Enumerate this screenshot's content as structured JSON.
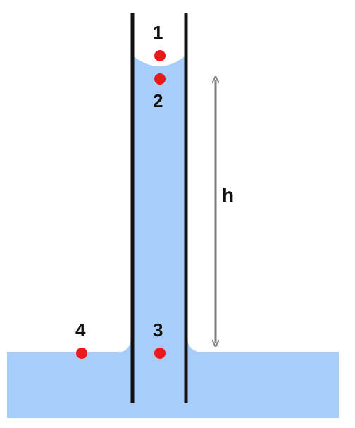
{
  "colors": {
    "water": "#a7cdfb",
    "tube_wall": "#111111",
    "point": "#e81a1a",
    "arrow": "#7f7f7f"
  },
  "points": [
    {
      "label": "1"
    },
    {
      "label": "2"
    },
    {
      "label": "3"
    },
    {
      "label": "4"
    }
  ],
  "height_label": "h"
}
